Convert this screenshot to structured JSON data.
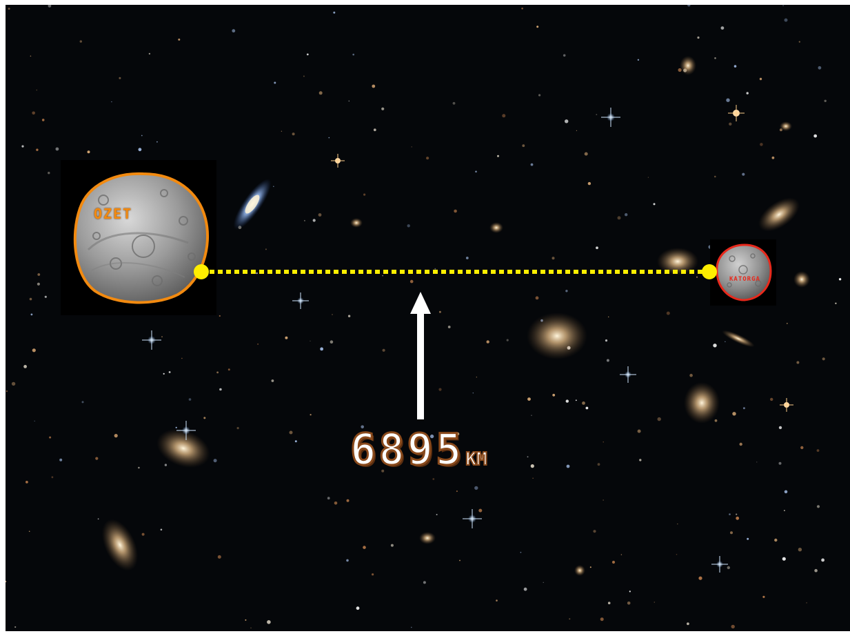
{
  "scene": {
    "background": "deep-field-galaxies",
    "line_color": "#ffee00",
    "arrow_color": "#ffffff"
  },
  "asteroids": [
    {
      "name": "OZET",
      "outline_color": "#f28a10"
    },
    {
      "name": "KATORGA",
      "outline_color": "#e8291c"
    }
  ],
  "measurement": {
    "distance_value": "6895",
    "distance_unit": "KM"
  }
}
